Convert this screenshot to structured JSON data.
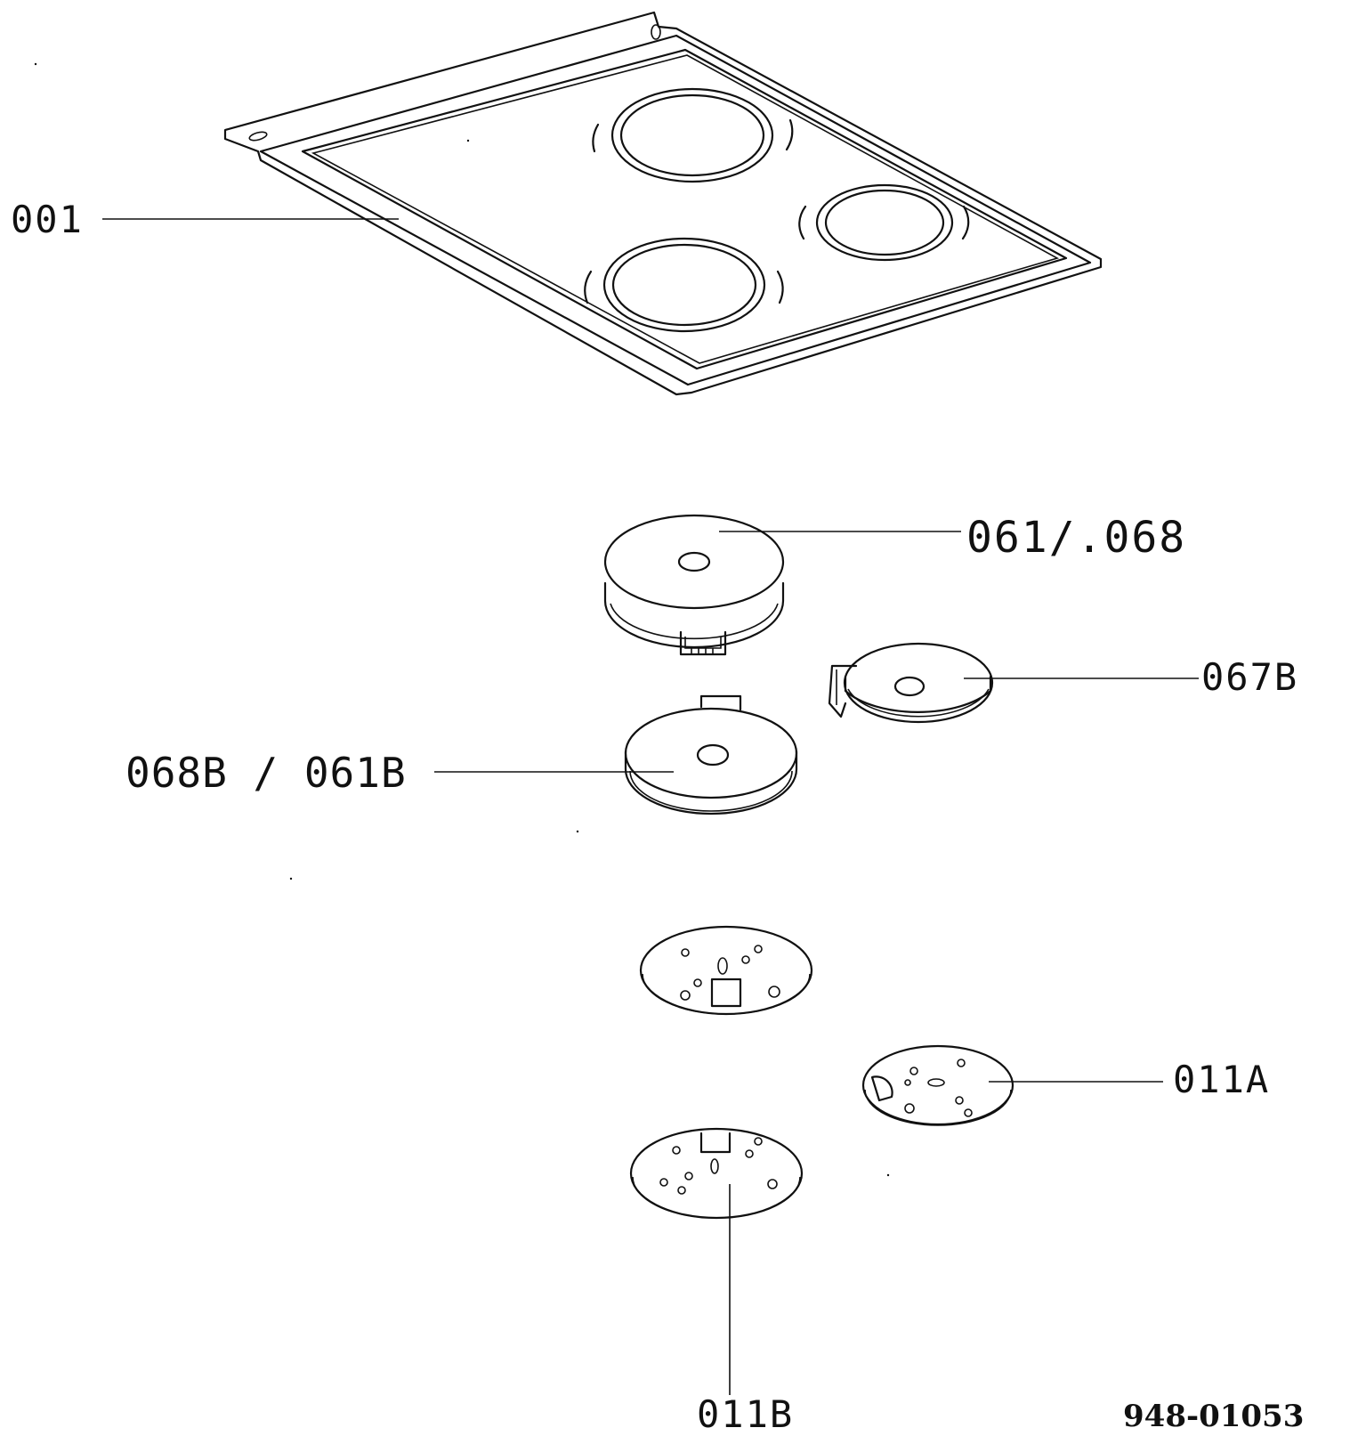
{
  "labels": {
    "cooktop": "001",
    "plate_top": "061/.068",
    "plate_right": "067B",
    "plate_left": "068B / 061B",
    "support_right": "011A",
    "support_bottom": "011B"
  },
  "drawing_number": "948-01053"
}
